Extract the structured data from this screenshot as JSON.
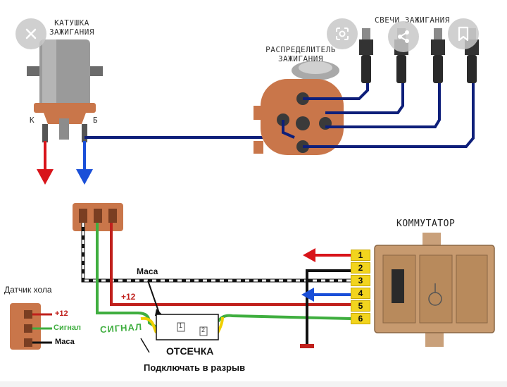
{
  "toolbar": {
    "close": "close-icon",
    "lens": "lens-icon",
    "share": "share-icon",
    "bookmark": "bookmark-icon"
  },
  "labels": {
    "coil_title": "КАТУШКА ЗАЖИГАНИЯ",
    "coil_k": "К",
    "coil_b": "Б",
    "distributor": "РАСПРЕДЕЛИТЕЛЬ ЗАЖИГАНИЯ",
    "spark_plugs": "СВЕЧИ ЗАЖИГАНИЯ",
    "commutator": "КОММУТАТОР",
    "masa": "Маса",
    "plus12": "+12",
    "signal_caps": "СИГНАЛ",
    "cutoff": "ОТСЕЧКА",
    "connect_note": "Подключать в разрыв",
    "hall_sensor": "Датчик хола",
    "hall_plus12": "+12",
    "hall_signal": "Сигнал",
    "hall_masa": "Маса",
    "cutoff_pin1": "1",
    "cutoff_pin2": "2"
  },
  "terminals": [
    "1",
    "2",
    "3",
    "4",
    "5",
    "6"
  ],
  "colors": {
    "wire_blue": "#0e1f7a",
    "wire_red": "#c0201c",
    "wire_green": "#3fae3f",
    "wire_yellow": "#f0d000",
    "arrow_red": "#d8141a",
    "arrow_blue": "#1a4fd8",
    "body_orange": "#c9764a"
  }
}
